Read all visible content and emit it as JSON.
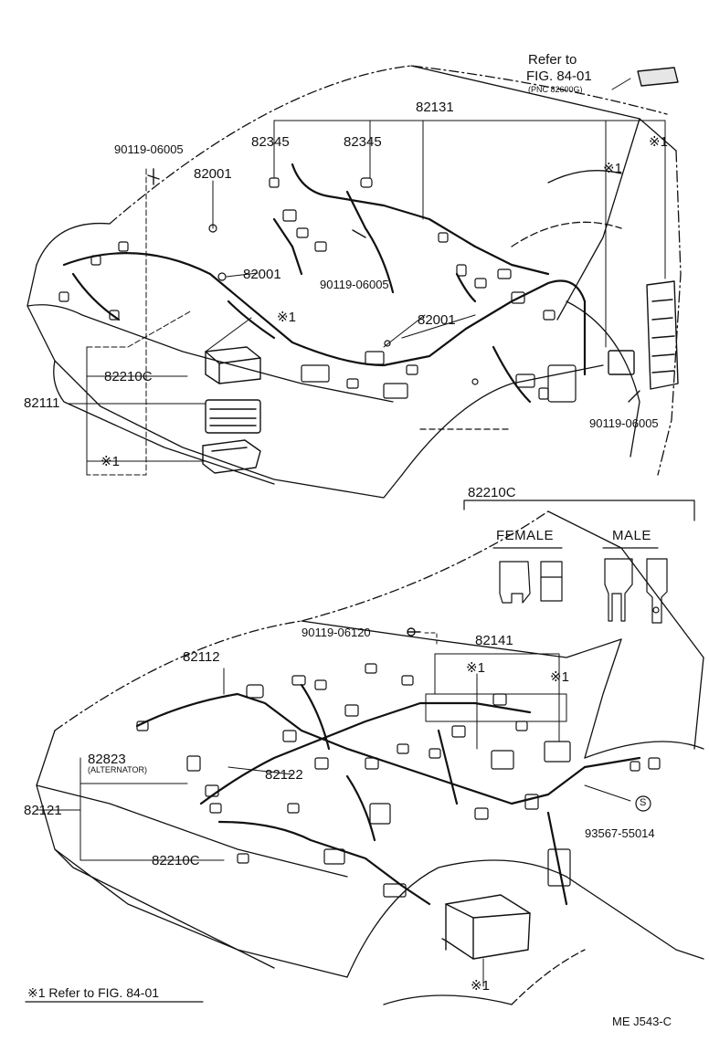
{
  "refer_top": {
    "line1": "Refer to",
    "line2": "FIG. 84-01",
    "line3": "(PNC 82600G)"
  },
  "top": {
    "l_82131": "82131",
    "l_82345_a": "82345",
    "l_82345_b": "82345",
    "l_90119_a": "90119-06005",
    "l_82001_a": "82001",
    "l_82001_b": "82001",
    "l_90119_b": "90119-06005",
    "l_82001_c": "82001",
    "l_ref1_a": "※1",
    "l_ref1_b": "※1",
    "l_ref1_c": "※1",
    "l_82210C": "82210C",
    "l_82111": "82111",
    "l_ref1_d": "※1",
    "l_90119_c": "90119-06005"
  },
  "inset": {
    "title": "82210C",
    "female": "FEMALE",
    "male": "MALE"
  },
  "bottom": {
    "l_90119_d": "90119-06120",
    "l_82141": "82141",
    "l_82112": "82112",
    "l_ref1_e": "※1",
    "l_ref1_f": "※1",
    "l_82823": "82823",
    "l_alternator": "(ALTERNATOR)",
    "l_82122": "82122",
    "l_82121": "82121",
    "l_82210C_b": "82210C",
    "l_s": "S",
    "l_93567": "93567-55014",
    "l_ref1_g": "※1"
  },
  "footer": {
    "note": "※1 Refer to FIG. 84-01",
    "code": "ME  J543-C"
  }
}
